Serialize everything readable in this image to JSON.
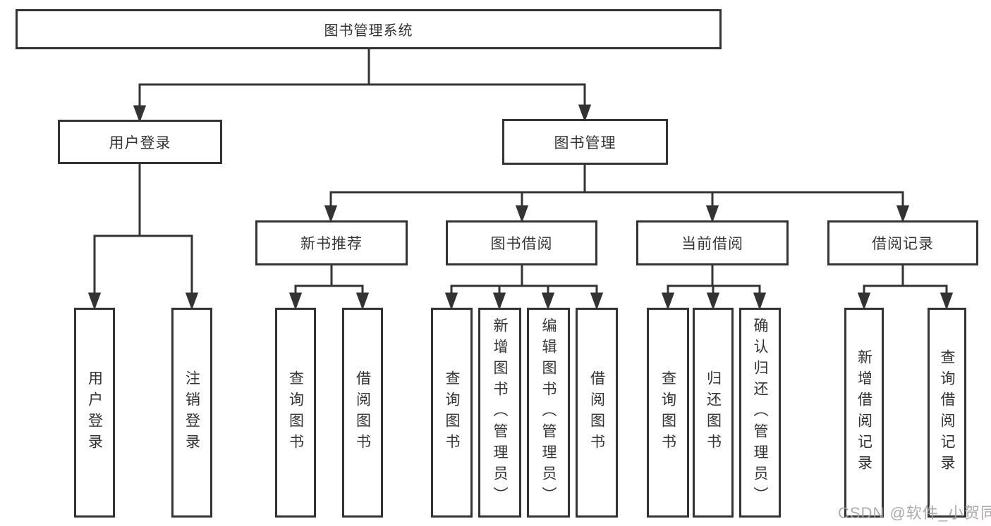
{
  "diagram": {
    "root": {
      "label": "图书管理系统"
    },
    "level2": [
      {
        "label": "用户登录"
      },
      {
        "label": "图书管理"
      }
    ],
    "level3": [
      {
        "label": "新书推荐"
      },
      {
        "label": "图书借阅"
      },
      {
        "label": "当前借阅"
      },
      {
        "label": "借阅记录"
      }
    ],
    "leaves": [
      {
        "label": "用户登录"
      },
      {
        "label": "注销登录"
      },
      {
        "label": "查询图书"
      },
      {
        "label": "借阅图书"
      },
      {
        "label": "查询图书"
      },
      {
        "label": "新增图书（管理员）"
      },
      {
        "label": "编辑图书（管理员）"
      },
      {
        "label": "借阅图书"
      },
      {
        "label": "查询图书"
      },
      {
        "label": "归还图书"
      },
      {
        "label": "确认归还（管理员）"
      },
      {
        "label": "新增借阅记录"
      },
      {
        "label": "查询借阅记录"
      }
    ]
  },
  "watermark": {
    "text": "CSDN @软件_小贺同学"
  },
  "colors": {
    "line": "#333333",
    "border": "#333333",
    "text": "#333333",
    "background": "#ffffff",
    "watermark": "#a8a0a0"
  }
}
